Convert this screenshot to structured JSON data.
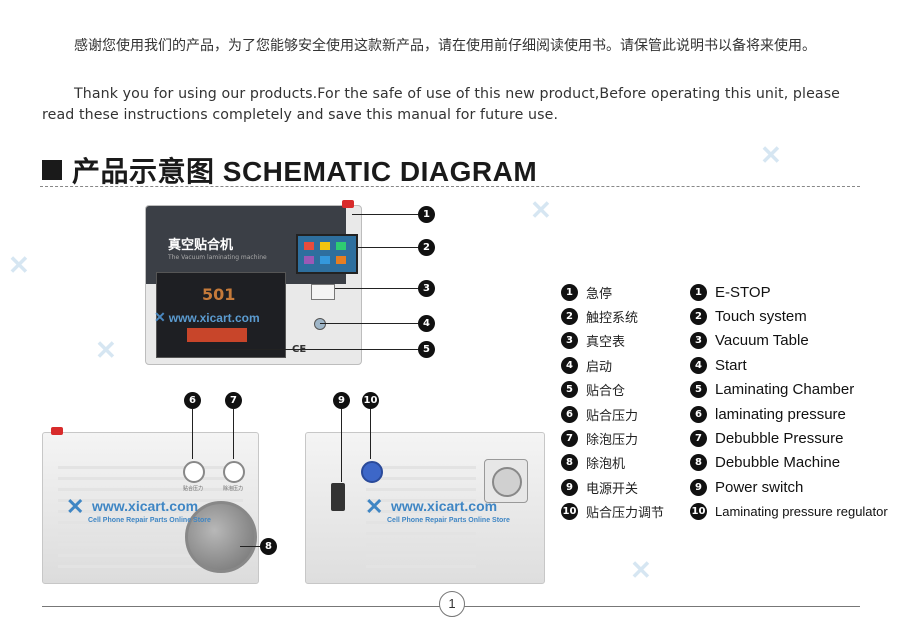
{
  "intro": {
    "zh": "感谢您使用我们的产品，为了您能够安全使用这款新产品，请在使用前仔细阅读使用书。请保管此说明书以备将来使用。",
    "en": "Thank you for using our products.For the safe of use of this new product,Before operating this unit, please read these instructions completely and save this manual for future use."
  },
  "section_title": "产品示意图 SCHEMATIC DIAGRAM",
  "machine": {
    "front_title": "真空贴合机",
    "front_subtitle": "The Vacuum laminating machine",
    "window_label": "501",
    "ce_mark": "CE",
    "screen_caption": "Touch system 触控系统",
    "gauge_caption": "Vacuum 真空表",
    "start_caption": "Start 启动",
    "side_gauge_1": "贴合压力",
    "side_gauge_2": "除泡压力"
  },
  "watermark": {
    "site": "www.xicart.com",
    "tagline": "Cell Phone Repair Parts Online Store"
  },
  "callouts": [
    "1",
    "2",
    "3",
    "4",
    "5",
    "6",
    "7",
    "8",
    "9",
    "10"
  ],
  "legend": [
    {
      "num": "1",
      "zh": "急停",
      "en": "E-STOP"
    },
    {
      "num": "2",
      "zh": "触控系统",
      "en": "Touch system"
    },
    {
      "num": "3",
      "zh": "真空表",
      "en": "Vacuum Table"
    },
    {
      "num": "4",
      "zh": "启动",
      "en": "Start"
    },
    {
      "num": "5",
      "zh": "贴合仓",
      "en": "Laminating Chamber"
    },
    {
      "num": "6",
      "zh": "贴合压力",
      "en": "laminating pressure"
    },
    {
      "num": "7",
      "zh": "除泡压力",
      "en": "Debubble Pressure"
    },
    {
      "num": "8",
      "zh": "除泡机",
      "en": "Debubble Machine"
    },
    {
      "num": "9",
      "zh": "电源开关",
      "en": "Power switch"
    },
    {
      "num": "10",
      "zh": "贴合压力调节",
      "en": "Laminating pressure regulator"
    }
  ],
  "page_number": "1",
  "colors": {
    "accent": "#3f86c4",
    "estop": "#d82b2b",
    "callout": "#111111"
  }
}
